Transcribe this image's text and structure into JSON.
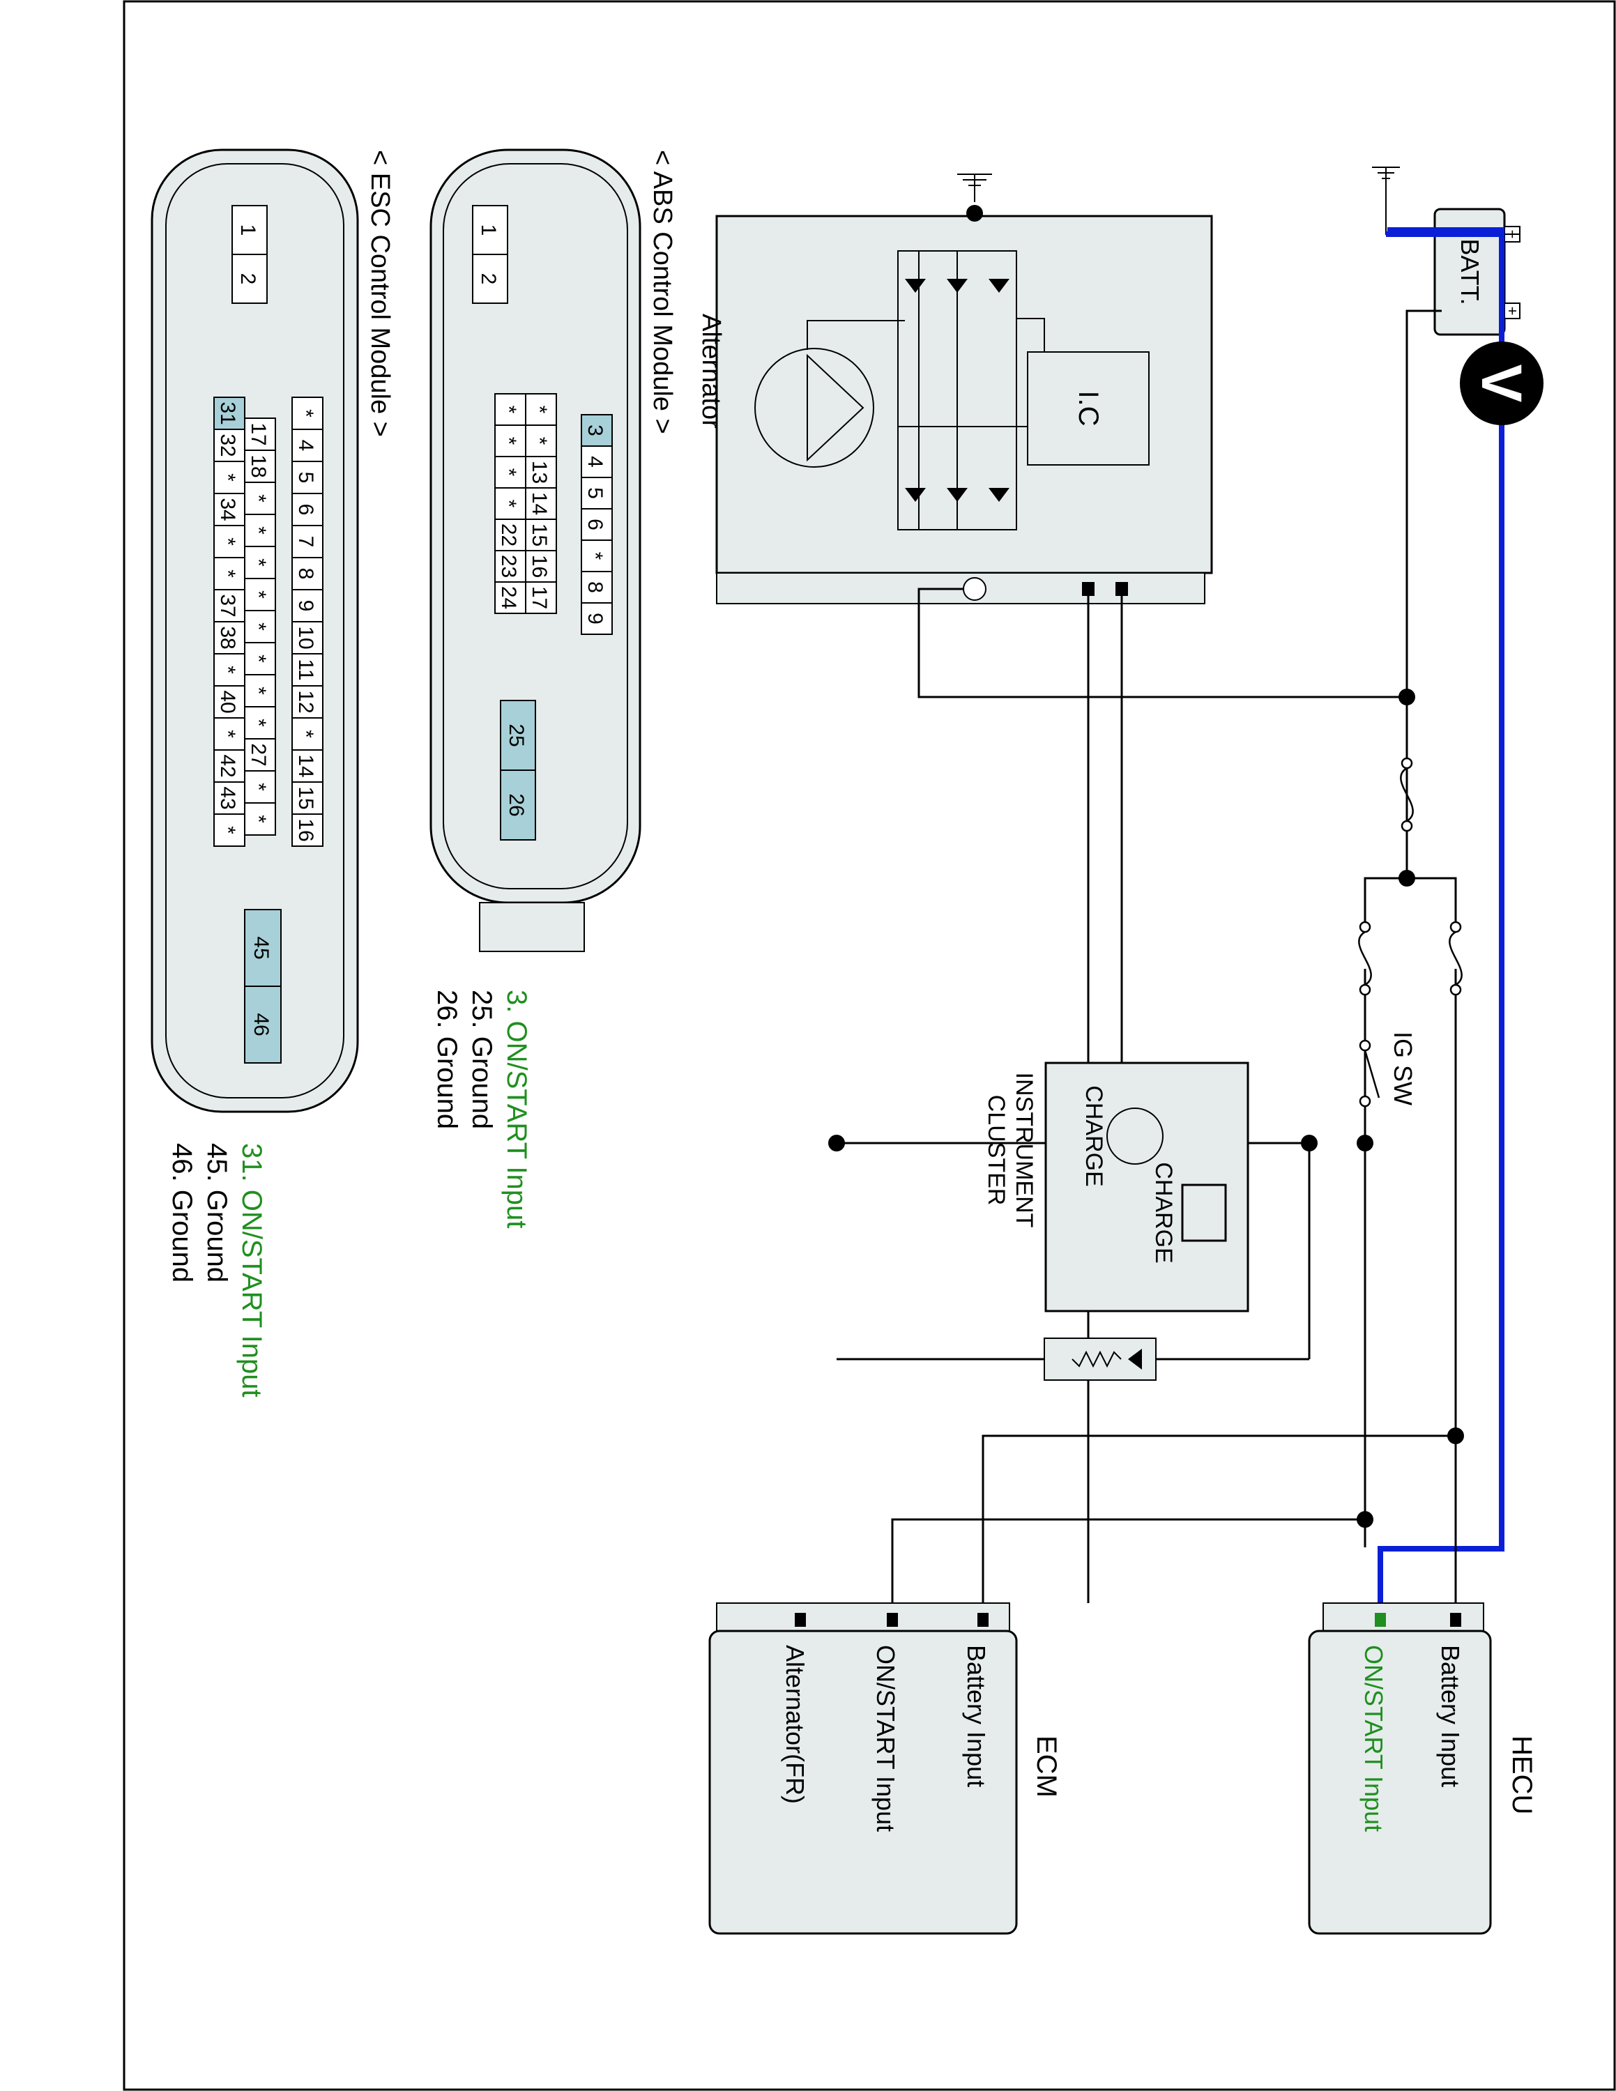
{
  "colors": {
    "box_fill": "#e6ecec",
    "pin_highlight": "#a8d0d8",
    "wire": "#000000",
    "meter_wire": "#0a1fd6",
    "green_text": "#1f8f1f"
  },
  "labels": {
    "batt": "BATT.",
    "meter": "V",
    "alternator": "Alternator",
    "ic": "I.C",
    "ig_sw": "IG SW",
    "cluster_charge_top": "CHARGE",
    "cluster_charge_lamp": "CHARGE",
    "cluster_name_1": "INSTRUMENT",
    "cluster_name_2": "CLUSTER"
  },
  "hecu": {
    "title": "HECU",
    "pins": [
      "Battery Input",
      "ON/START Input"
    ]
  },
  "ecm": {
    "title": "ECM",
    "pins": [
      "Battery Input",
      "ON/START Input",
      "Alternator(FR)"
    ]
  },
  "abs": {
    "title": "< ABS Control Module >",
    "connector_top": [
      "1",
      "2"
    ],
    "row_a": [
      "3",
      "4",
      "5",
      "6",
      "*",
      "8",
      "9"
    ],
    "row_b": [
      "*",
      "*",
      "13",
      "14",
      "15",
      "16",
      "17"
    ],
    "row_c": [
      "*",
      "*",
      "*",
      "*",
      "22",
      "23",
      "24"
    ],
    "pins_ground": [
      "25",
      "26"
    ],
    "notes": [
      "3. ON/START Input",
      "25. Ground",
      "26. Ground"
    ]
  },
  "esc": {
    "title": "< ESC Control Module >",
    "connector_top": [
      "1",
      "2"
    ],
    "row_a": [
      "*",
      "4",
      "5",
      "6",
      "7",
      "8",
      "9",
      "10",
      "11",
      "12",
      "*",
      "14",
      "15",
      "16"
    ],
    "row_b": [
      "17",
      "18",
      "*",
      "*",
      "*",
      "*",
      "*",
      "*",
      "*",
      "*",
      "27",
      "*",
      "*"
    ],
    "row_c": [
      "31",
      "32",
      "*",
      "34",
      "*",
      "*",
      "37",
      "38",
      "*",
      "40",
      "*",
      "42",
      "43",
      "*"
    ],
    "pins_ground": [
      "45",
      "46"
    ],
    "notes": [
      "31. ON/START Input",
      "45. Ground",
      "46. Ground"
    ]
  }
}
